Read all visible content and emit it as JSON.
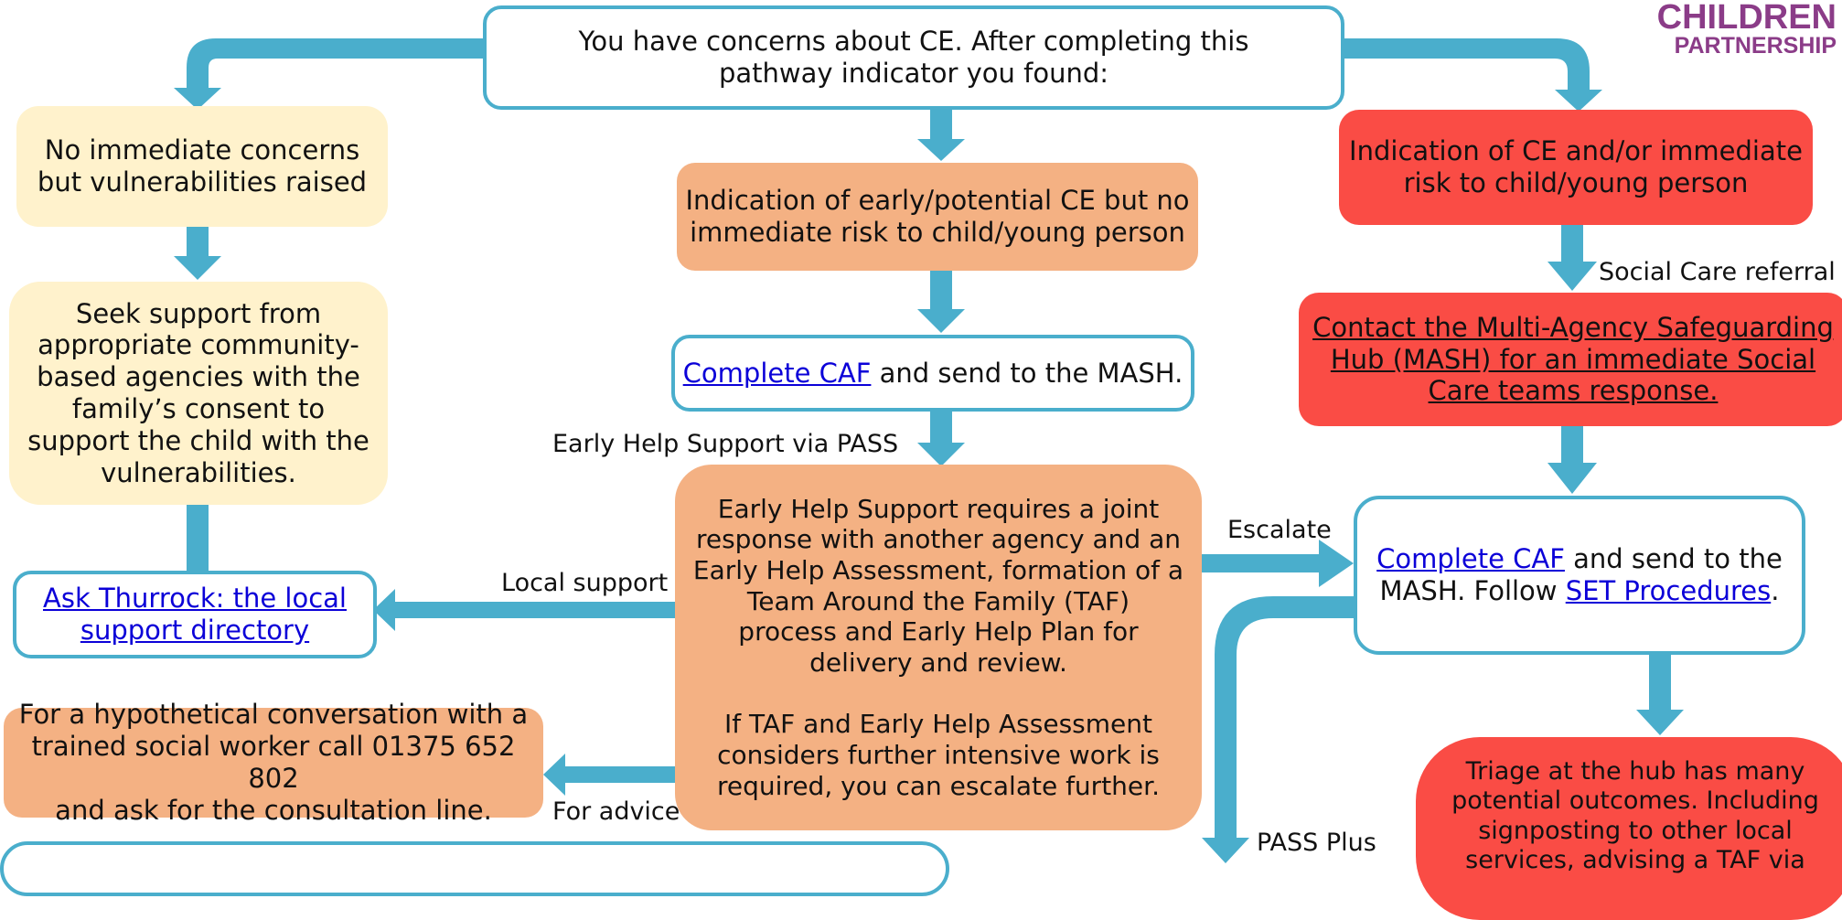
{
  "logo": {
    "line1": "CHILDREN",
    "line2": "PARTNERSHIP"
  },
  "top_box": {
    "text": "You have concerns about CE. After completing this\npathway indicator you found:"
  },
  "no_concerns": {
    "text": "No immediate concerns\nbut vulnerabilities raised"
  },
  "seek_support": {
    "text": "Seek support from\nappropriate community-\nbased agencies with the\nfamily’s consent to\nsupport the child with the\nvulnerabilities."
  },
  "ask_thurrock": {
    "link": "Ask Thurrock: the local\nsupport directory"
  },
  "hypothetical": {
    "text": "For a hypothetical conversation with a\ntrained social worker call 01375 652 802\nand ask for the consultation line."
  },
  "early_potential": {
    "text": "Indication of early/potential CE but no\nimmediate risk to child/young person"
  },
  "complete_caf_mid": {
    "link": "Complete CAF",
    "rest": " and send to the MASH."
  },
  "early_help_box": {
    "para1": "Early Help Support requires a joint\nresponse with another agency and an\nEarly Help Assessment, formation of a\nTeam Around the Family (TAF)\nprocess and Early Help Plan for\ndelivery and review.",
    "para2": "If TAF and Early Help Assessment\nconsiders further intensive work is\nrequired, you can escalate further."
  },
  "immediate_risk": {
    "text": "Indication of CE and/or immediate\nrisk to child/young person"
  },
  "contact_mash": {
    "link": "Contact the Multi-Agency Safeguarding\nHub (MASH) for an immediate Social\nCare teams response."
  },
  "complete_caf_right": {
    "link1": "Complete CAF",
    "text1": " and send to the\nMASH. Follow ",
    "link2": "SET Procedures",
    "text2": "."
  },
  "triage": {
    "text": "Triage at the hub has many\npotential outcomes. Including\nsignposting to other local\nservices, advising a TAF via"
  },
  "labels": {
    "early_help_pass": "Early Help Support via PASS",
    "local_support": "Local support",
    "for_advice": "For advice",
    "escalate": "Escalate",
    "pass_plus": "PASS Plus",
    "social_care_referral": "Social Care referral"
  },
  "colors": {
    "arrow": "#4aaecc",
    "yellow": "#fff2cc",
    "peach": "#f4b183",
    "red": "#fa4c45",
    "logo": "#8b3c88"
  }
}
